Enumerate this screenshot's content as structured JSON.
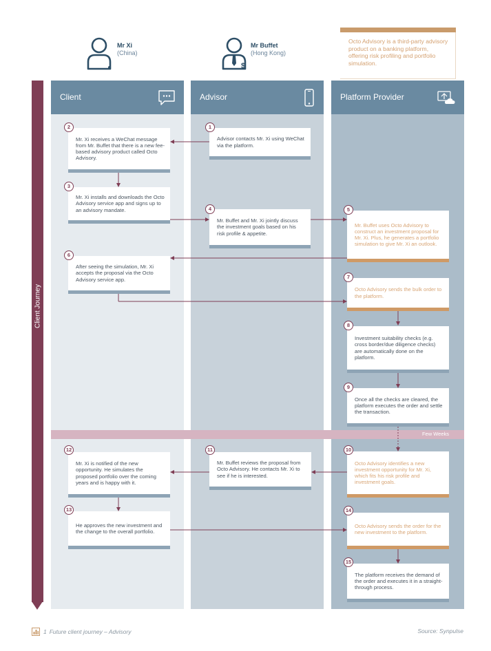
{
  "personas": [
    {
      "name": "Mr Xi",
      "location": "(China)"
    },
    {
      "name": "Mr Buffet",
      "location": "(Hong Kong)"
    }
  ],
  "note": "Octo Advisory is a third-party advisory product on a banking platform, offering risk profiling and portfolio simulation.",
  "journey_label": "Client Journey",
  "lanes": {
    "client": "Client",
    "advisor": "Advisor",
    "platform": "Platform Provider"
  },
  "band_label": "Few Weeks",
  "steps": {
    "s1": {
      "n": "1",
      "text": "Advisor contacts Mr. Xi using WeChat via the platform."
    },
    "s2": {
      "n": "2",
      "text": "Mr. Xi receives a WeChat message from Mr. Buffet that there is a new fee-based advisory product called Octo Advisory."
    },
    "s3": {
      "n": "3",
      "text": "Mr. Xi installs and downloads the Octo Advisory service app and signs up to an advisory mandate."
    },
    "s4": {
      "n": "4",
      "text": "Mr. Buffet and Mr. Xi jointly discuss the investment goals based on his risk profile & appetite."
    },
    "s5": {
      "n": "5",
      "text": "Mr. Buffet uses Octo Advisory to construct an investment proposal for Mr. Xi. Plus, he generates a portfolio simulation to give Mr. Xi an outlook."
    },
    "s6": {
      "n": "6",
      "text": "After seeing the simulation, Mr. Xi accepts the proposal via the Octo Advisory service app."
    },
    "s7": {
      "n": "7",
      "text": "Octo Advisory sends the bulk order to the platform."
    },
    "s8": {
      "n": "8",
      "text": "Investment suitability checks (e.g. cross border/due diligence checks) are automatically done on the platform."
    },
    "s9": {
      "n": "9",
      "text": "Once all the checks are cleared, the platform executes the order and settle the transaction."
    },
    "s10": {
      "n": "10",
      "text": "Octo Advisory identifies a new investment opportunity for Mr. Xi, which fits his risk profile and investment goals."
    },
    "s11": {
      "n": "11",
      "text": "Mr. Buffet reviews the proposal from Octo Advisory. He contacts Mr. Xi to see if he is interested."
    },
    "s12": {
      "n": "12",
      "text": "Mr. Xi is notified of the new opportunity. He simulates the proposed portfolio over the coming years and is happy with it."
    },
    "s13": {
      "n": "13",
      "text": "He approves the new investment and the change to the overall portfolio."
    },
    "s14": {
      "n": "14",
      "text": "Octo Advisory sends the order for the new investment to the platform."
    },
    "s15": {
      "n": "15",
      "text": "The platform receives the demand of the order and executes it in a straight-through process."
    }
  },
  "footer": {
    "figure_num": "1",
    "caption": "Future client journey – Advisory",
    "source": "Source: Synpulse"
  },
  "colors": {
    "journey": "#7f3e55",
    "lane_header": "#6a8aa1",
    "accent_orange": "#cf9a66",
    "persona": "#2d4e66"
  }
}
